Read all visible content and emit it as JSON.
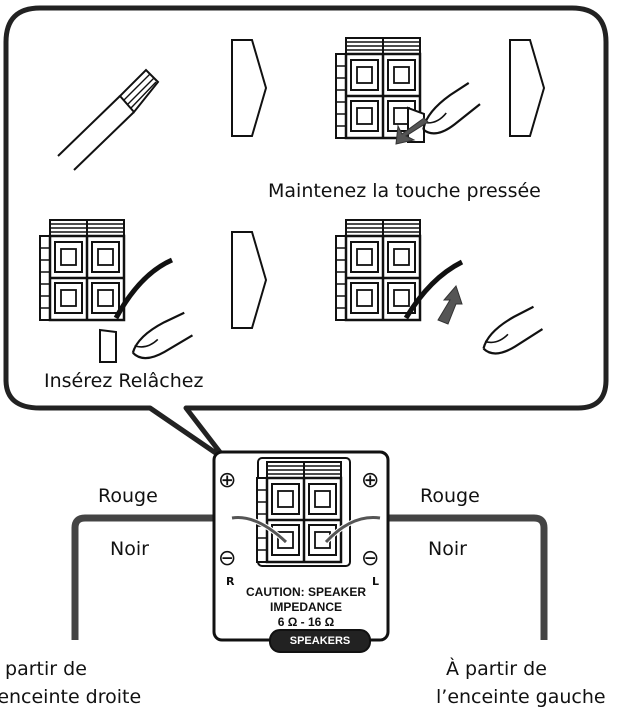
{
  "steps": {
    "hold_label": "Maintenez la touche pressée",
    "insert_label": "Insérez",
    "release_label": "Relâchez"
  },
  "wires": {
    "right_red": "Rouge",
    "right_black": "Noir",
    "left_red": "Rouge",
    "left_black": "Noir"
  },
  "panel": {
    "caution_line1": "CAUTION: SPEAKER",
    "caution_line2": "IMPEDANCE",
    "caution_line3": "6 Ω - 16 Ω",
    "speakers_badge": "SPEAKERS",
    "r_mark": "R",
    "l_mark": "L",
    "plus_symbol": "⊕",
    "minus_symbol": "⊖"
  },
  "sources": {
    "right_line1": "À partir de",
    "right_line2": "l’enceinte droite",
    "left_line1": "À partir de",
    "left_line2": "l’enceinte gauche"
  }
}
